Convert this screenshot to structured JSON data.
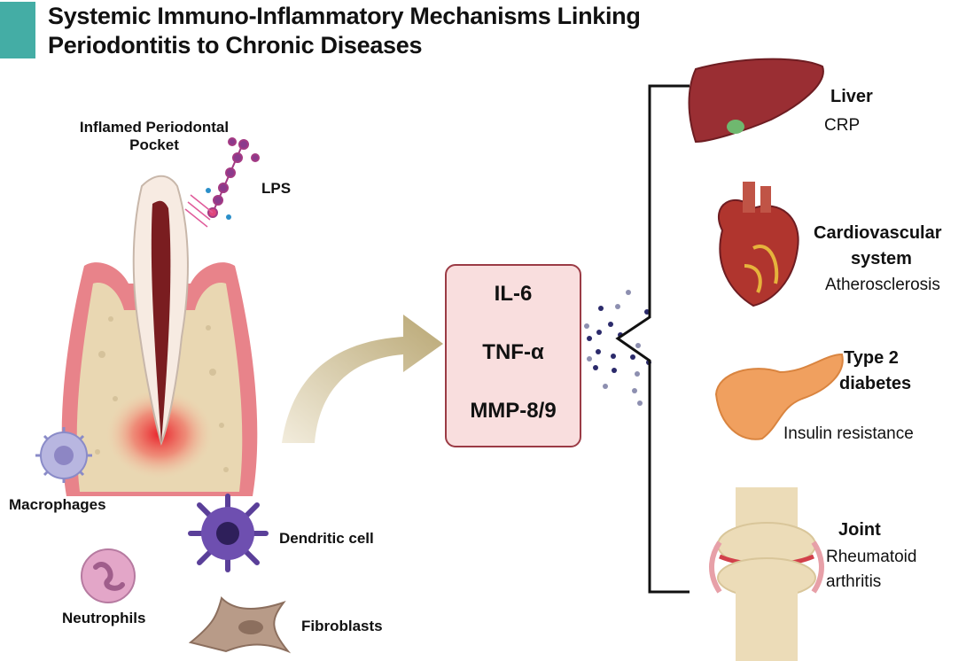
{
  "title": {
    "line1": "Systemic Immuno-Inflammatory Mechanisms Linking",
    "line2": "Periodontitis to Chronic Diseases",
    "accent_color": "#44ada5"
  },
  "left": {
    "pocket_label_1": "Inflamed Periodontal",
    "pocket_label_2": "Pocket",
    "lps_label": "LPS",
    "cells": {
      "macrophages": "Macrophages",
      "dendritic": "Dendritic cell",
      "neutrophils": "Neutrophils",
      "fibroblasts": "Fibroblasts"
    }
  },
  "cytokines": {
    "items": [
      "IL-6",
      "TNF-α",
      "MMP-8/9"
    ],
    "box_fill": "#f9dede",
    "box_border": "#9b3b45"
  },
  "organs": [
    {
      "name": "Liver",
      "effect": "CRP"
    },
    {
      "name_1": "Cardiovascular",
      "name_2": "system",
      "effect": "Atherosclerosis"
    },
    {
      "name_1": "Type 2",
      "name_2": "diabetes",
      "effect": "Insulin resistance"
    },
    {
      "name": "Joint",
      "effect_1": "Rheumatoid",
      "effect_2": "arthritis"
    }
  ]
}
